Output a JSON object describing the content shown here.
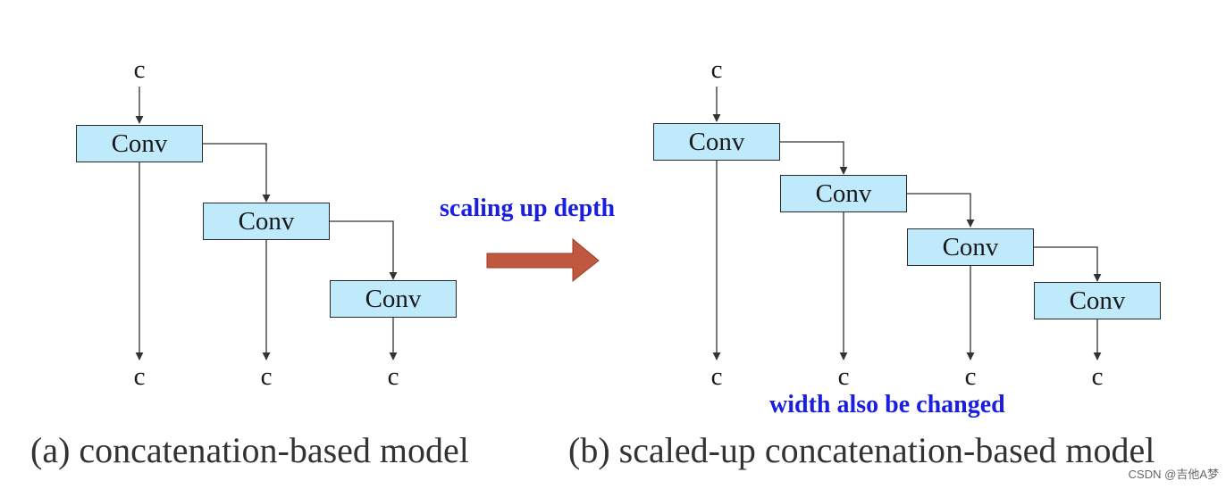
{
  "diagram_a": {
    "input_label": "c",
    "conv_labels": [
      "Conv",
      "Conv",
      "Conv"
    ],
    "output_labels": [
      "c",
      "c",
      "c"
    ],
    "caption": "(a) concatenation-based model"
  },
  "diagram_b": {
    "input_label": "c",
    "conv_labels": [
      "Conv",
      "Conv",
      "Conv",
      "Conv"
    ],
    "output_labels": [
      "c",
      "c",
      "c",
      "c"
    ],
    "caption": "(b) scaled-up concatenation-based model"
  },
  "annotations": {
    "scaling_label": "scaling up depth",
    "width_note": "width also be changed"
  },
  "watermark": "CSDN @吉他A梦",
  "colors": {
    "conv_fill": "#bfeafb",
    "annotation_text": "#1a1ee0",
    "arrow_fill": "#c0573f"
  }
}
